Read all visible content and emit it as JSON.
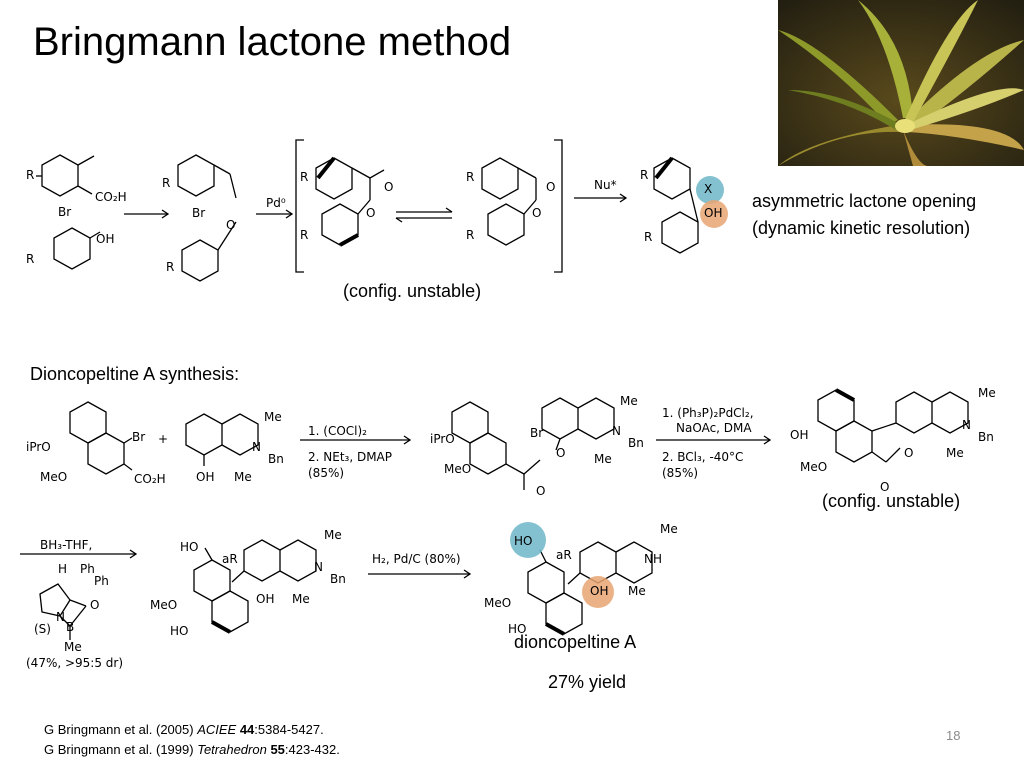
{
  "slide": {
    "title": "Bringmann lactone method",
    "slide_number": "18"
  },
  "scheme1": {
    "pd_label": "Pd⁰",
    "nu_label": "Nu*",
    "config_note": "(config. unstable)",
    "opening_line1": "asymmetric lactone opening",
    "opening_line2": "(dynamic kinetic resolution)",
    "labels": {
      "r": "R",
      "co2h": "CO₂H",
      "br": "Br",
      "oh": "OH",
      "o": "O",
      "x": "X"
    }
  },
  "scheme2": {
    "heading": "Dioncopeltine A synthesis:",
    "step1_line1": "1. (COCl)₂",
    "step1_line2": "2. NEt₃, DMAP",
    "step1_line3": "(85%)",
    "step2_line1": "1. (Ph₃P)₂PdCl₂,",
    "step2_line2": "NaOAc, DMA",
    "step2_line3": "2. BCl₃, -40°C",
    "step2_line4": "(85%)",
    "config_note": "(config. unstable)",
    "step3_line1": "BH₃-THF,",
    "step3_yield": "(47%, >95:5 dr)",
    "step3_s": "(S)",
    "step4": "H₂, Pd/C (80%)",
    "product_name": "dioncopeltine A",
    "product_yield": "27% yield",
    "labels": {
      "ipro": "iPrO",
      "meo": "MeO",
      "me": "Me",
      "bn": "Bn",
      "n": "N",
      "nh": "NH",
      "ho": "HO",
      "ar": "aR",
      "plus": "+",
      "h": "H",
      "ph": "Ph",
      "b": "B"
    }
  },
  "references": {
    "ref1_pre": "G Bringmann et al. (2005) ",
    "ref1_journal": "ACIEE",
    "ref1_vol": " 44",
    "ref1_pages": ":5384-5427.",
    "ref2_pre": "G Bringmann et al. (1999) ",
    "ref2_journal": "Tetrahedron",
    "ref2_vol": " 55",
    "ref2_pages": ":423-432."
  },
  "colors": {
    "x_highlight": "#6fb6c8",
    "oh_highlight": "#e8a472",
    "text": "#000000",
    "slide_number": "#8c8c8c"
  }
}
